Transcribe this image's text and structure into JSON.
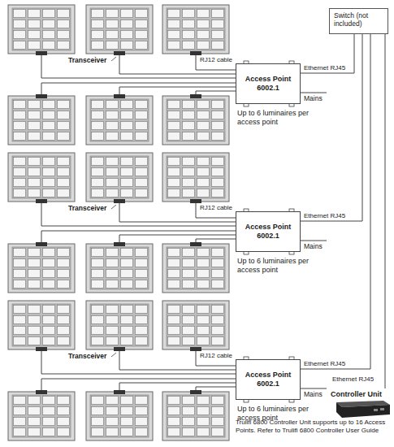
{
  "diagram": {
    "nodes": [
      {
        "text": [
          "Switch (not included)"
        ]
      },
      {
        "text": [
          "Access Point 6002.1"
        ]
      },
      {
        "text": [
          "Access Point 6002.1"
        ]
      },
      {
        "text": [
          "Access Point 6002.1"
        ]
      },
      {
        "text": [
          "Controller Unit"
        ]
      }
    ],
    "edges": [
      {
        "from": 0,
        "to": 1,
        "arrow": "none",
        "label": "Ethernet RJ45"
      },
      {
        "from": 0,
        "to": 2,
        "arrow": "none",
        "label": "Ethernet RJ45"
      },
      {
        "from": 0,
        "to": 3,
        "arrow": "none",
        "label": "Ethernet RJ45"
      },
      {
        "from": 0,
        "to": 4,
        "arrow": "none",
        "label": "Ethernet RJ45"
      }
    ],
    "labels": [
      "Transceiver",
      "RJ12 cable",
      "Mains",
      "Up to 6 luminaires per access point",
      "Transceiver",
      "RJ12 cable",
      "Mains",
      "Up to 6 luminaires per access point",
      "Transceiver",
      "RJ12 cable",
      "Mains",
      "Up to 6 luminaires per access point",
      "Trulifi 6800 Controller Unit supports up to 16 Access Points. Refer to Trulifi 6800 Controller User Guide"
    ]
  }
}
